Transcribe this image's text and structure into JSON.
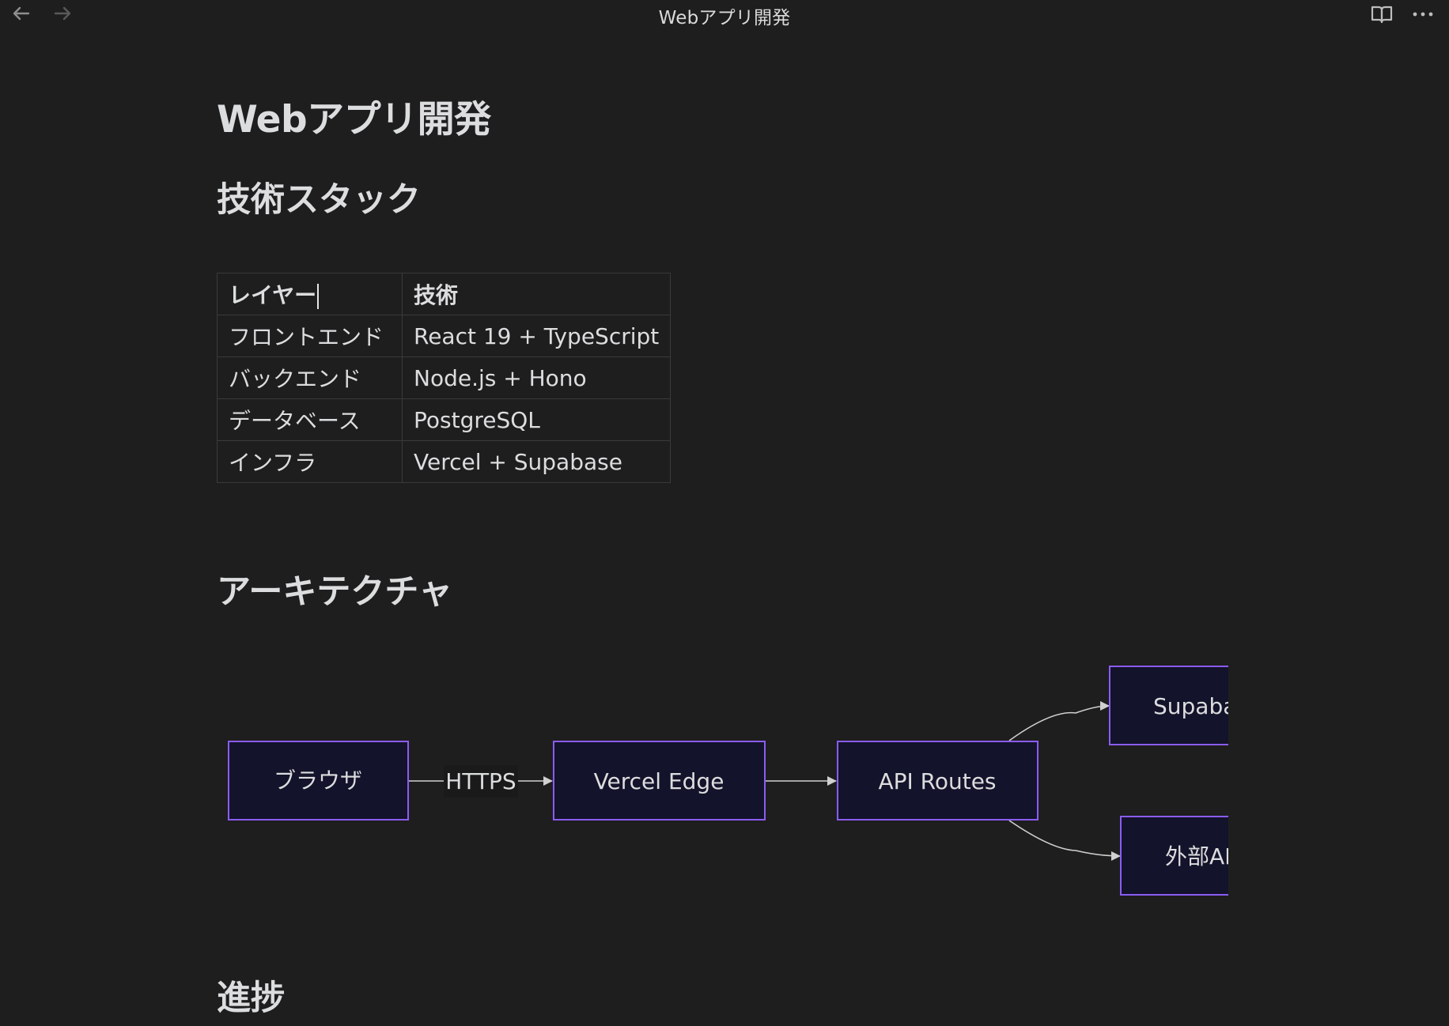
{
  "window": {
    "title": "Webアプリ開発"
  },
  "toolbar": {
    "back_icon": "arrow-left-icon",
    "forward_icon": "arrow-right-icon",
    "reading_view_icon": "book-open-icon",
    "more_icon": "more-horizontal-icon"
  },
  "document": {
    "title": "Webアプリ開発",
    "sections": {
      "stack": {
        "heading": "技術スタック"
      },
      "architecture": {
        "heading": "アーキテクチャ"
      },
      "progress": {
        "heading": "進捗"
      }
    },
    "table": {
      "headers": [
        "レイヤー",
        "技術"
      ],
      "rows": [
        [
          "フロントエンド",
          "React 19 + TypeScript"
        ],
        [
          "バックエンド",
          "Node.js + Hono"
        ],
        [
          "データベース",
          "PostgreSQL"
        ],
        [
          "インフラ",
          "Vercel + Supabase"
        ]
      ]
    }
  },
  "diagram": {
    "nodes": {
      "browser": "ブラウザ",
      "edge": "Vercel Edge",
      "api": "API Routes",
      "supabase": "Supabase",
      "external": "外部API"
    },
    "edge_labels": {
      "https": "HTTPS"
    },
    "colors": {
      "node_fill": "#13132b",
      "node_stroke": "#8b5cf6",
      "edge": "#d0d0d0",
      "label_bg": "#1a1a1a"
    }
  }
}
